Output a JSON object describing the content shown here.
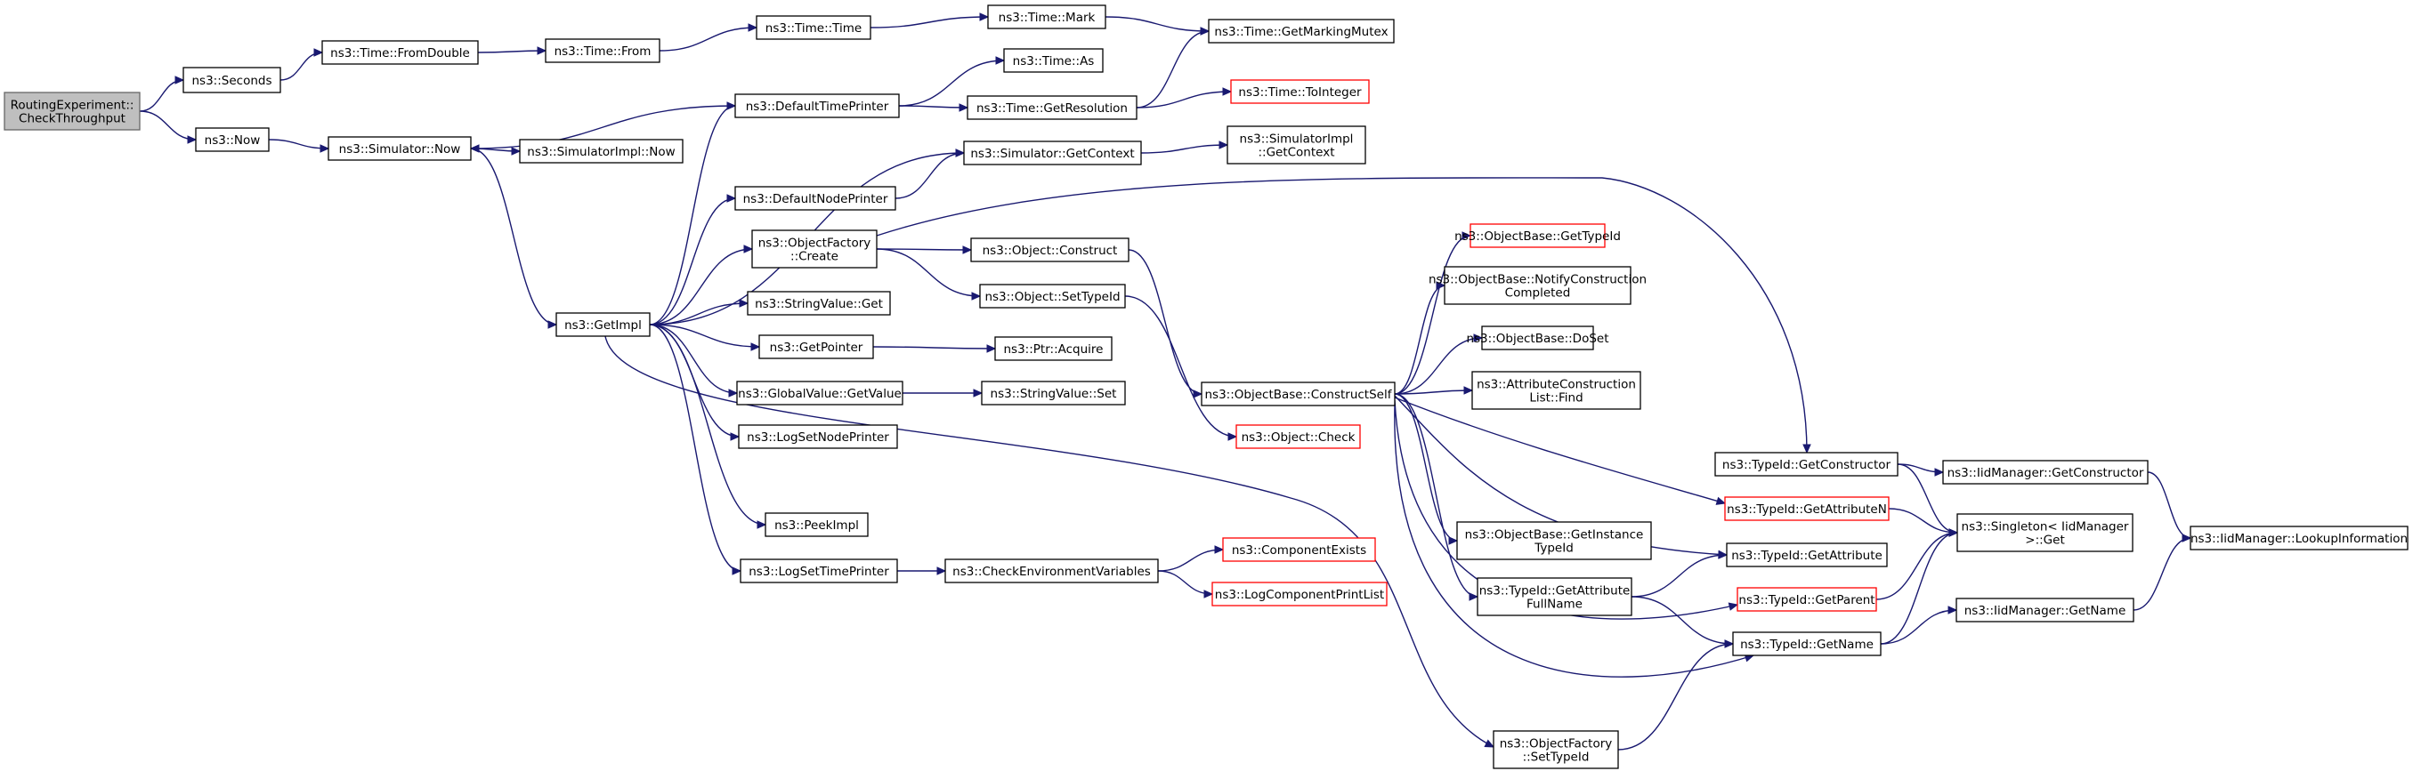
{
  "nodes": [
    {
      "id": "n0",
      "lines": [
        "RoutingExperiment::",
        "CheckThroughput"
      ],
      "kind": "root"
    },
    {
      "id": "n1",
      "lines": [
        "ns3::Seconds"
      ]
    },
    {
      "id": "n2",
      "lines": [
        "ns3::Now"
      ]
    },
    {
      "id": "n3",
      "lines": [
        "ns3::Time::FromDouble"
      ]
    },
    {
      "id": "n4",
      "lines": [
        "ns3::Time::From"
      ]
    },
    {
      "id": "n5",
      "lines": [
        "ns3::Time::Time"
      ]
    },
    {
      "id": "n6",
      "lines": [
        "ns3::Time::Mark"
      ]
    },
    {
      "id": "n7",
      "lines": [
        "ns3::Time::GetMarkingMutex"
      ]
    },
    {
      "id": "n8",
      "lines": [
        "ns3::Simulator::Now"
      ]
    },
    {
      "id": "n9",
      "lines": [
        "ns3::SimulatorImpl::Now"
      ]
    },
    {
      "id": "n10",
      "lines": [
        "ns3::GetImpl"
      ]
    },
    {
      "id": "n11",
      "lines": [
        "ns3::DefaultTimePrinter"
      ]
    },
    {
      "id": "n12",
      "lines": [
        "ns3::Time::As"
      ]
    },
    {
      "id": "n13",
      "lines": [
        "ns3::Time::GetResolution"
      ]
    },
    {
      "id": "n14",
      "lines": [
        "ns3::Time::ToInteger"
      ],
      "kind": "red"
    },
    {
      "id": "n15",
      "lines": [
        "ns3::Simulator::GetContext"
      ]
    },
    {
      "id": "n16",
      "lines": [
        "ns3::SimulatorImpl",
        "::GetContext"
      ]
    },
    {
      "id": "n17",
      "lines": [
        "ns3::DefaultNodePrinter"
      ]
    },
    {
      "id": "n18",
      "lines": [
        "ns3::ObjectFactory",
        "::Create"
      ]
    },
    {
      "id": "n19",
      "lines": [
        "ns3::Object::Construct"
      ]
    },
    {
      "id": "n20",
      "lines": [
        "ns3::Object::SetTypeId"
      ]
    },
    {
      "id": "n21",
      "lines": [
        "ns3::StringValue::Get"
      ]
    },
    {
      "id": "n22",
      "lines": [
        "ns3::GetPointer"
      ]
    },
    {
      "id": "n23",
      "lines": [
        "ns3::Ptr::Acquire"
      ]
    },
    {
      "id": "n24",
      "lines": [
        "ns3::GlobalValue::GetValue"
      ]
    },
    {
      "id": "n25",
      "lines": [
        "ns3::StringValue::Set"
      ]
    },
    {
      "id": "n26",
      "lines": [
        "ns3::LogSetNodePrinter"
      ]
    },
    {
      "id": "n27",
      "lines": [
        "ns3::PeekImpl"
      ]
    },
    {
      "id": "n28",
      "lines": [
        "ns3::LogSetTimePrinter"
      ]
    },
    {
      "id": "n29",
      "lines": [
        "ns3::CheckEnvironmentVariables"
      ]
    },
    {
      "id": "n30",
      "lines": [
        "ns3::ComponentExists"
      ],
      "kind": "red"
    },
    {
      "id": "n31",
      "lines": [
        "ns3::LogComponentPrintList"
      ],
      "kind": "red"
    },
    {
      "id": "n32",
      "lines": [
        "ns3::ObjectBase::ConstructSelf"
      ]
    },
    {
      "id": "n33",
      "lines": [
        "ns3::Object::Check"
      ],
      "kind": "red"
    },
    {
      "id": "n34",
      "lines": [
        "ns3::ObjectBase::GetTypeId"
      ],
      "kind": "red"
    },
    {
      "id": "n35",
      "lines": [
        "ns3::ObjectBase::NotifyConstruction",
        "Completed"
      ]
    },
    {
      "id": "n36",
      "lines": [
        "ns3::ObjectBase::DoSet"
      ]
    },
    {
      "id": "n37",
      "lines": [
        "ns3::AttributeConstruction",
        "List::Find"
      ]
    },
    {
      "id": "n38",
      "lines": [
        "ns3::ObjectBase::GetInstance",
        "TypeId"
      ]
    },
    {
      "id": "n39",
      "lines": [
        "ns3::TypeId::GetAttribute",
        "FullName"
      ]
    },
    {
      "id": "n40",
      "lines": [
        "ns3::ObjectFactory",
        "::SetTypeId"
      ]
    },
    {
      "id": "n41",
      "lines": [
        "ns3::TypeId::GetConstructor"
      ]
    },
    {
      "id": "n42",
      "lines": [
        "ns3::TypeId::GetAttributeN"
      ],
      "kind": "red"
    },
    {
      "id": "n43",
      "lines": [
        "ns3::TypeId::GetAttribute"
      ]
    },
    {
      "id": "n44",
      "lines": [
        "ns3::TypeId::GetParent"
      ],
      "kind": "red"
    },
    {
      "id": "n45",
      "lines": [
        "ns3::TypeId::GetName"
      ]
    },
    {
      "id": "n46",
      "lines": [
        "ns3::IidManager::GetConstructor"
      ]
    },
    {
      "id": "n47",
      "lines": [
        "ns3::Singleton< IidManager",
        " >::Get"
      ]
    },
    {
      "id": "n48",
      "lines": [
        "ns3::IidManager::GetName"
      ]
    },
    {
      "id": "n49",
      "lines": [
        "ns3::IidManager::LookupInformation"
      ]
    }
  ],
  "edges": [
    [
      "n0",
      "n1"
    ],
    [
      "n0",
      "n2"
    ],
    [
      "n1",
      "n3"
    ],
    [
      "n3",
      "n4"
    ],
    [
      "n4",
      "n5"
    ],
    [
      "n5",
      "n6"
    ],
    [
      "n6",
      "n7"
    ],
    [
      "n2",
      "n8"
    ],
    [
      "n8",
      "n9"
    ],
    [
      "n8",
      "n10"
    ],
    [
      "n10",
      "n11"
    ],
    [
      "n11",
      "n8"
    ],
    [
      "n11",
      "n12"
    ],
    [
      "n11",
      "n13"
    ],
    [
      "n13",
      "n7"
    ],
    [
      "n13",
      "n14"
    ],
    [
      "n10",
      "n15"
    ],
    [
      "n15",
      "n16"
    ],
    [
      "n10",
      "n17"
    ],
    [
      "n17",
      "n15"
    ],
    [
      "n10",
      "n18"
    ],
    [
      "n18",
      "n19"
    ],
    [
      "n18",
      "n20"
    ],
    [
      "n18",
      "n41"
    ],
    [
      "n10",
      "n21"
    ],
    [
      "n10",
      "n22"
    ],
    [
      "n22",
      "n23"
    ],
    [
      "n10",
      "n24"
    ],
    [
      "n24",
      "n25"
    ],
    [
      "n10",
      "n26"
    ],
    [
      "n10",
      "n27"
    ],
    [
      "n10",
      "n28"
    ],
    [
      "n28",
      "n29"
    ],
    [
      "n29",
      "n30"
    ],
    [
      "n29",
      "n31"
    ],
    [
      "n10",
      "n40"
    ],
    [
      "n19",
      "n32"
    ],
    [
      "n20",
      "n33"
    ],
    [
      "n32",
      "n34"
    ],
    [
      "n32",
      "n35"
    ],
    [
      "n32",
      "n36"
    ],
    [
      "n32",
      "n37"
    ],
    [
      "n32",
      "n38"
    ],
    [
      "n32",
      "n39"
    ],
    [
      "n32",
      "n42"
    ],
    [
      "n32",
      "n43"
    ],
    [
      "n32",
      "n44"
    ],
    [
      "n32",
      "n45"
    ],
    [
      "n39",
      "n43"
    ],
    [
      "n39",
      "n45"
    ],
    [
      "n40",
      "n45"
    ],
    [
      "n41",
      "n46"
    ],
    [
      "n41",
      "n47"
    ],
    [
      "n42",
      "n47"
    ],
    [
      "n44",
      "n47"
    ],
    [
      "n45",
      "n47"
    ],
    [
      "n45",
      "n48"
    ],
    [
      "n46",
      "n49"
    ],
    [
      "n48",
      "n49"
    ]
  ]
}
